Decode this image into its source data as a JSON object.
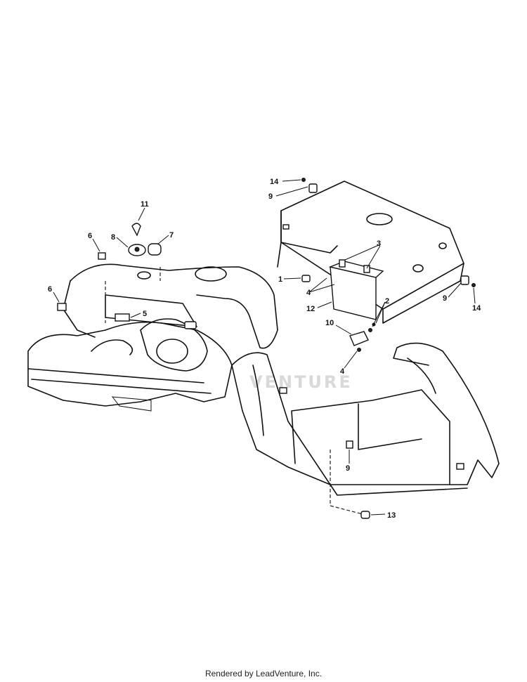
{
  "watermark": "VENTURE",
  "credit": "Rendered by LeadVenture, Inc.",
  "callouts": {
    "c1": "1",
    "c2": "2",
    "c3": "3",
    "c4a": "4",
    "c4b": "4",
    "c5": "5",
    "c6a": "6",
    "c6b": "6",
    "c7": "7",
    "c8": "8",
    "c9a": "9",
    "c9b": "9",
    "c9c": "9",
    "c10": "10",
    "c11": "11",
    "c12": "12",
    "c13": "13",
    "c14a": "14",
    "c14b": "14"
  }
}
